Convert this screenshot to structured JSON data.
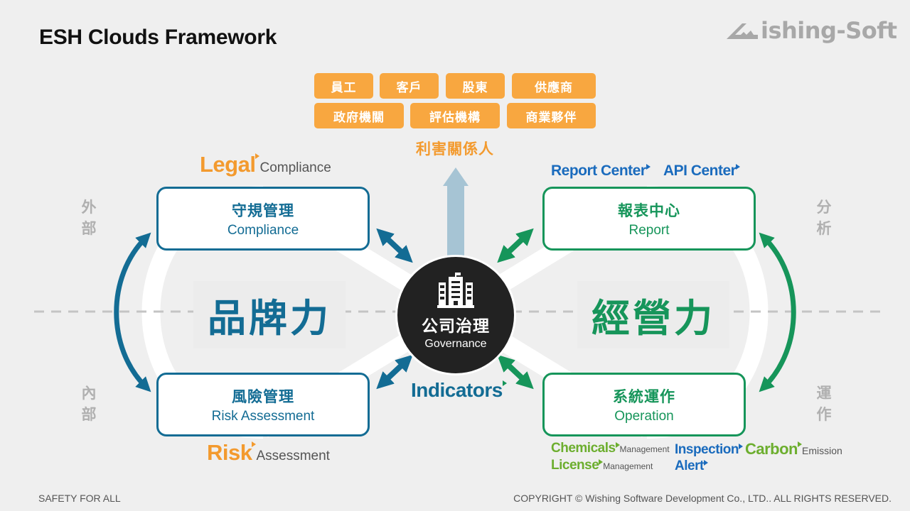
{
  "header": {
    "title": "ESH Clouds Framework",
    "logo_text": "ishing-Soft"
  },
  "stakeholders": {
    "row1": [
      "員工",
      "客戶",
      "股東",
      "供應商"
    ],
    "row2": [
      "政府機關",
      "評估機構",
      "商業夥伴"
    ],
    "title": "利害關係人"
  },
  "center": {
    "zh": "公司治理",
    "en": "Governance",
    "icon": "building-icon"
  },
  "boxes": {
    "compliance": {
      "zh": "守規管理",
      "en": "Compliance"
    },
    "risk": {
      "zh": "風險管理",
      "en": "Risk Assessment"
    },
    "report": {
      "zh": "報表中心",
      "en": "Report"
    },
    "operation": {
      "zh": "系統運作",
      "en": "Operation"
    }
  },
  "big_labels": {
    "brand": "品牌力",
    "operate": "經營力"
  },
  "side_labels": {
    "external": [
      "外",
      "部"
    ],
    "internal": [
      "內",
      "部"
    ],
    "analysis": [
      "分",
      "析"
    ],
    "operation": [
      "運",
      "作"
    ]
  },
  "product_tags": {
    "legal": {
      "big": "Legal",
      "small": "Compliance"
    },
    "risk": {
      "big": "Risk",
      "small": "Assessment"
    },
    "report_center": "Report Center",
    "api_center": "API Center",
    "indicators": "Indicators",
    "chemicals": {
      "big": "Chemicals",
      "small": "Management"
    },
    "license": {
      "big": "License",
      "small": "Management"
    },
    "inspection": "Inspection",
    "alert": "Alert",
    "carbon": {
      "big": "Carbon",
      "small": "Emission"
    }
  },
  "footer": {
    "left": "SAFETY FOR ALL",
    "right": "COPYRIGHT © Wishing Software Development Co., LTD.. ALL RIGHTS RESERVED."
  },
  "colors": {
    "blue": "#136c94",
    "green": "#16955a",
    "orange": "#f8a740",
    "light_blue_arrow": "#a6c4d4",
    "brand_blue": "#1a6bbd",
    "lime_green": "#6cae2e"
  }
}
